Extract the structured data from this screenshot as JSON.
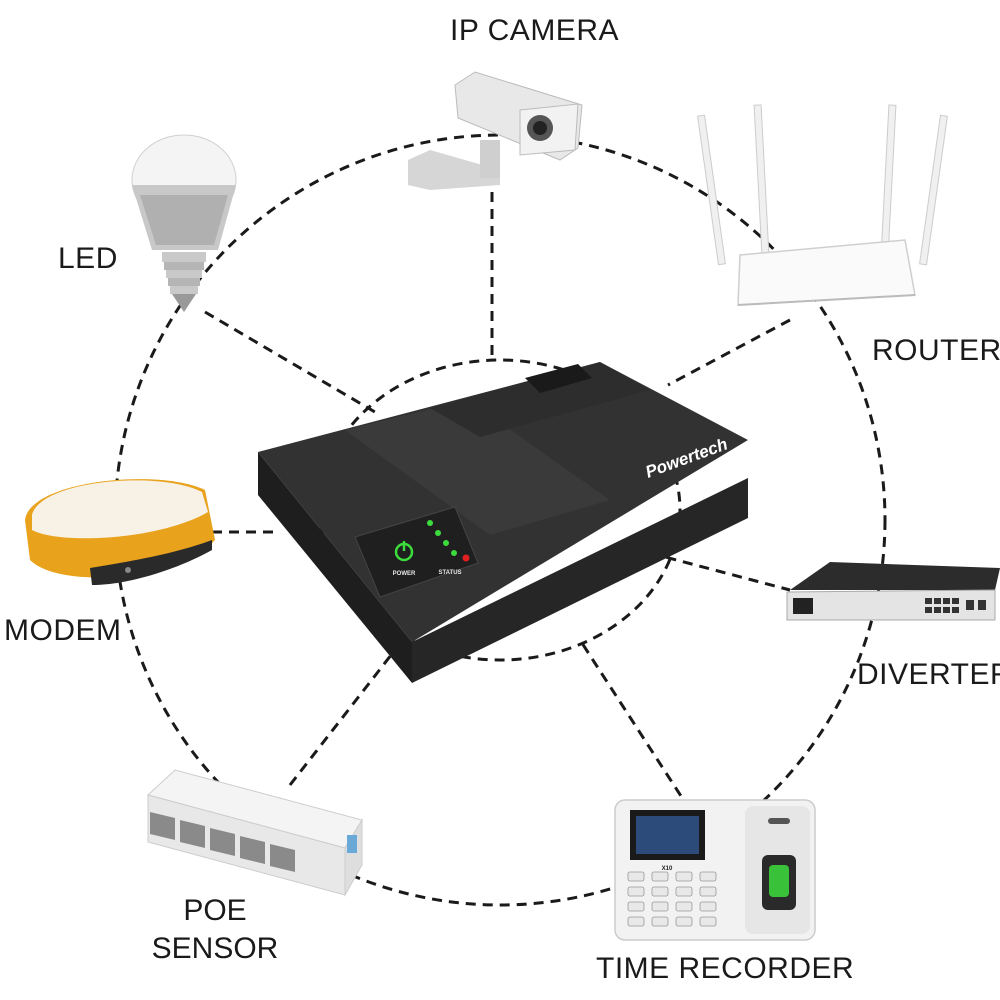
{
  "labels": {
    "ip_camera": "IP CAMERA",
    "led": "LED",
    "router": "ROUTER",
    "modem": "MODEM",
    "diverter": "DIVERTER",
    "poe_line1": "POE",
    "poe_line2": "SENSOR",
    "time_recorder": "TIME RECORDER"
  },
  "ups": {
    "brand": "Powertech",
    "power_label": "POWER",
    "status_label": "STATUS"
  },
  "time_recorder_model": "X10",
  "colors": {
    "ups_body": "#2b2b2b",
    "led_green": "#3ddc3d",
    "led_red": "#e02020",
    "modem_accent": "#e9a21b",
    "dash": "#1a1a1a"
  }
}
